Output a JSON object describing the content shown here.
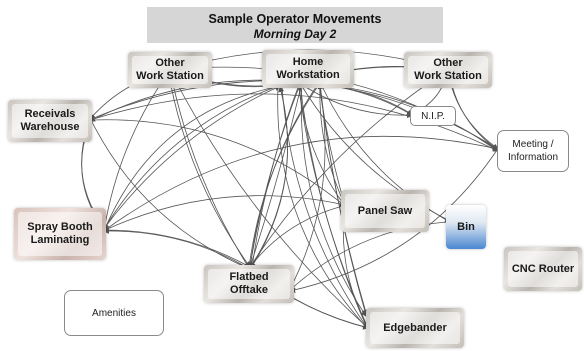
{
  "diagram": {
    "title": "Sample Operator Movements",
    "subtitle": "Morning Day 2"
  },
  "nodes": {
    "other_ws_left": "Other\nWork Station",
    "home": "Home\nWorkstation",
    "other_ws_right": "Other\nWork Station",
    "receivals": "Receivals\nWarehouse",
    "nip": "N.I.P.",
    "meeting": "Meeting /\nInformation",
    "panel_saw": "Panel Saw",
    "bin": "Bin",
    "spray_booth": "Spray Booth\nLaminating",
    "cnc_router": "CNC Router",
    "flatbed": "Flatbed\nOfftake",
    "amenities": "Amenities",
    "edgebander": "Edgebander"
  },
  "colors": {
    "arrow": "#555555",
    "title_bg": "#d6d6d6",
    "bin_accent": "#4a87d1"
  }
}
